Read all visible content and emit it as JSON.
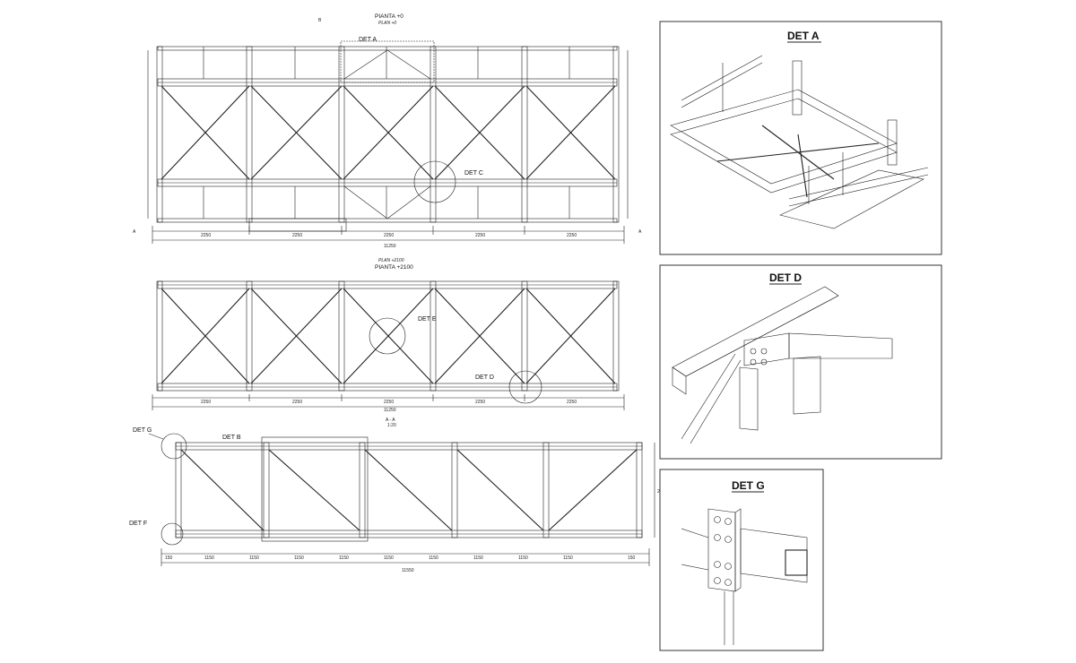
{
  "plan_top": {
    "title_it": "PIANTA +0",
    "title_en": "PLAN +0",
    "det_a": "DET A",
    "det_c": "DET C",
    "section_mark": "A",
    "section_mark_b": "B",
    "dims": [
      "2250",
      "2250",
      "2250",
      "2250",
      "2250"
    ],
    "total_dim": "11250"
  },
  "plan_mid": {
    "title_en": "PLAN +2100",
    "title_it": "PIANTA +2100",
    "det_e": "DET E",
    "det_d": "DET D",
    "dims": [
      "2250",
      "2250",
      "2250",
      "2250",
      "2250"
    ],
    "total_dim": "11250",
    "section_label": "A - A",
    "section_scale": "1:20"
  },
  "elevation": {
    "det_g": "DET G",
    "det_b": "DET B",
    "det_f": "DET F",
    "dims": [
      "150",
      "1150",
      "1150",
      "1150",
      "1150",
      "1150",
      "1150",
      "1150",
      "1150",
      "1150",
      "150"
    ],
    "total_dim": "11550",
    "height_dim": "2200"
  },
  "panels": {
    "det_a_title": "DET A",
    "det_d_title": "DET D",
    "det_g_title": "DET G"
  }
}
